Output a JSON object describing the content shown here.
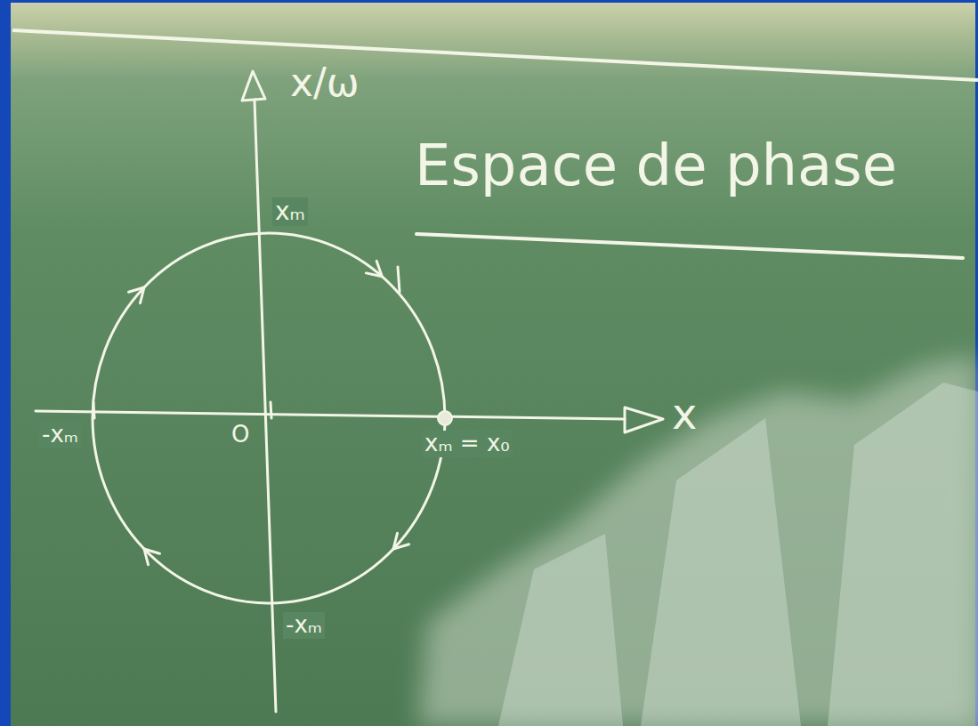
{
  "diagram": {
    "title": "Espace de phase",
    "labels": [
      "x/ω",
      "x",
      "xₘ",
      "-xₘ",
      "O",
      "xₘ = x₀",
      "-xₘ"
    ]
  }
}
